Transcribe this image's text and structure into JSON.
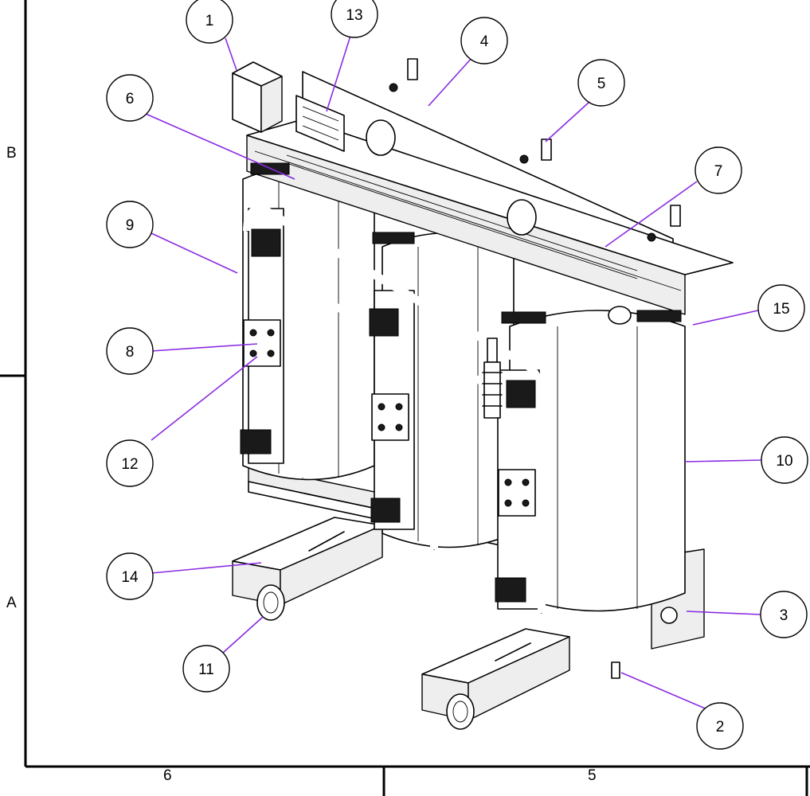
{
  "frame": {
    "zones_left": [
      "B",
      "A"
    ],
    "zones_bottom": [
      "6",
      "5"
    ]
  },
  "colors": {
    "leader": "#8a2be2",
    "line": "#000000",
    "background": "#ffffff"
  },
  "balloons": [
    {
      "label": "1"
    },
    {
      "label": "13"
    },
    {
      "label": "4"
    },
    {
      "label": "5"
    },
    {
      "label": "6"
    },
    {
      "label": "7"
    },
    {
      "label": "9"
    },
    {
      "label": "15"
    },
    {
      "label": "8"
    },
    {
      "label": "12"
    },
    {
      "label": "10"
    },
    {
      "label": "14"
    },
    {
      "label": "3"
    },
    {
      "label": "11"
    },
    {
      "label": "2"
    }
  ]
}
